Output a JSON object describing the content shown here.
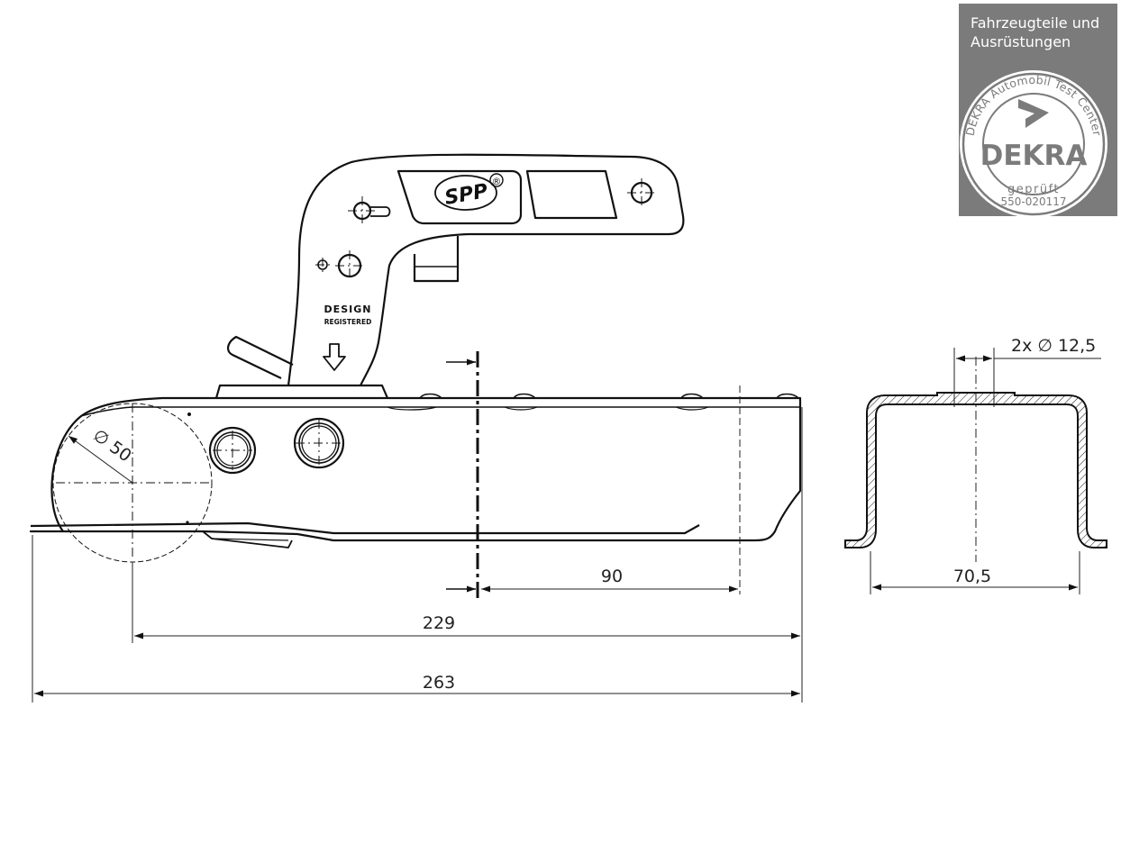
{
  "dimensions": {
    "bore_label": "2x ∅ 12,5",
    "ball_label": "∅ 50",
    "width_label": "70,5",
    "d90": "90",
    "d229": "229",
    "d263": "263"
  },
  "marking": {
    "brand": "SPP",
    "registered": "®",
    "design_line1": "DESIGN",
    "design_line2": "REGISTERED"
  },
  "certification": {
    "line1": "Fahrzeugteile und",
    "line2": "Ausrüstungen",
    "ring_text": "DEKRA Automobil Test Center",
    "brand": "DEKRA",
    "approved": "geprüft",
    "number": "550-020117"
  },
  "colors": {
    "line": "#111111",
    "logo_bg": "#7b7b7b",
    "dimension": "#222222"
  }
}
